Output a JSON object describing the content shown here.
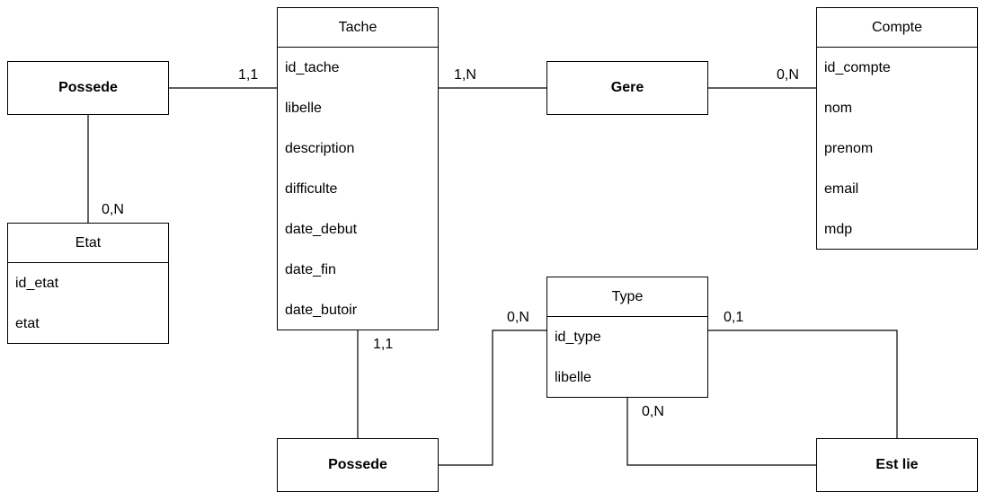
{
  "entities": {
    "tache": {
      "title": "Tache",
      "attributes": [
        "id_tache",
        "libelle",
        "description",
        "difficulte",
        "date_debut",
        "date_fin",
        "date_butoir"
      ]
    },
    "compte": {
      "title": "Compte",
      "attributes": [
        "id_compte",
        "nom",
        "prenom",
        "email",
        "mdp"
      ]
    },
    "etat": {
      "title": "Etat",
      "attributes": [
        "id_etat",
        "etat"
      ]
    },
    "type": {
      "title": "Type",
      "attributes": [
        "id_type",
        "libelle"
      ]
    }
  },
  "associations": {
    "possede_top": "Possede",
    "gere": "Gere",
    "possede_bottom": "Possede",
    "est_lie": "Est lie"
  },
  "cardinalities": {
    "tache_possede_top": "1,1",
    "etat_possede_top": "0,N",
    "tache_gere": "1,N",
    "compte_gere": "0,N",
    "tache_possede_bottom": "1,1",
    "type_possede_bottom": "0,N",
    "type_est_lie_a": "0,1",
    "type_est_lie_b": "0,N"
  }
}
